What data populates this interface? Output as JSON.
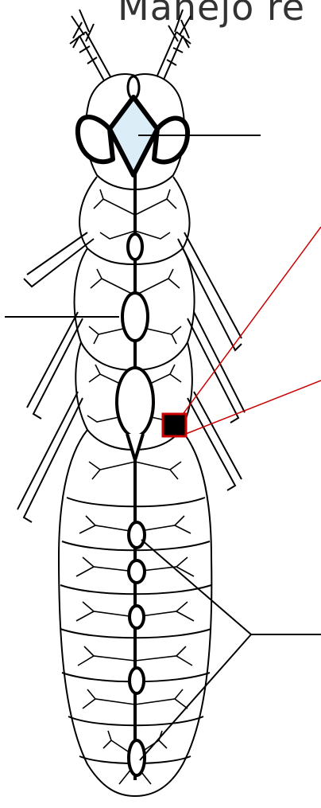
{
  "title": "Manejo re",
  "colors": {
    "line": "#000000",
    "brain_fill": "#dbeef8",
    "marker_fill": "#000000",
    "marker_border": "#cc0000",
    "pointer_line": "#cc0000"
  },
  "diagram": {
    "subject": "insect-nervous-system",
    "parts": [
      "antenna",
      "head",
      "brain",
      "thoracic-ganglia",
      "abdominal-ganglia",
      "nerve-cord",
      "legs",
      "marker"
    ],
    "pointer_lines": 6
  }
}
